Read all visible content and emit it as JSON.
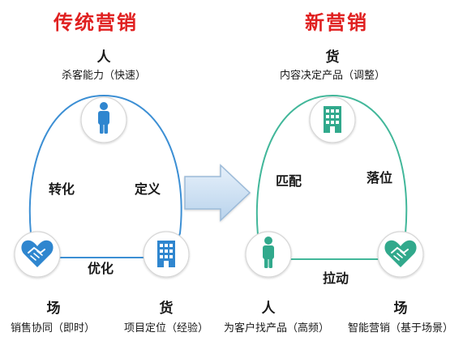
{
  "left": {
    "title": "传统营销",
    "nodes": {
      "top": {
        "title": "人",
        "subtitle": "杀客能力（快速）",
        "icon": "person-icon"
      },
      "left": {
        "title": "场",
        "subtitle": "销售协同（即时）",
        "icon": "handshake-icon"
      },
      "right": {
        "title": "货",
        "subtitle": "项目定位（经验）",
        "icon": "building-icon"
      }
    },
    "relations": {
      "left": "转化",
      "right": "定义",
      "bottom": "优化"
    }
  },
  "right": {
    "title": "新营销",
    "nodes": {
      "top": {
        "title": "货",
        "subtitle": "内容决定产品（调整）",
        "icon": "building-icon"
      },
      "left": {
        "title": "人",
        "subtitle": "为客户找产品（高频）",
        "icon": "person-icon"
      },
      "right": {
        "title": "场",
        "subtitle": "智能营销（基于场景）",
        "icon": "handshake-icon"
      }
    },
    "relations": {
      "left": "匹配",
      "right": "落位",
      "bottom": "拉动"
    }
  },
  "arrow_icon": "right-arrow-icon",
  "colors": {
    "title_red": "#e02020",
    "left_stroke": "#3c8fd4",
    "left_icon": "#2f86cf",
    "right_stroke": "#42b79a",
    "right_icon": "#31a98c",
    "arrow_fill": "#cfe1f3",
    "arrow_stroke": "#9bbad8"
  }
}
